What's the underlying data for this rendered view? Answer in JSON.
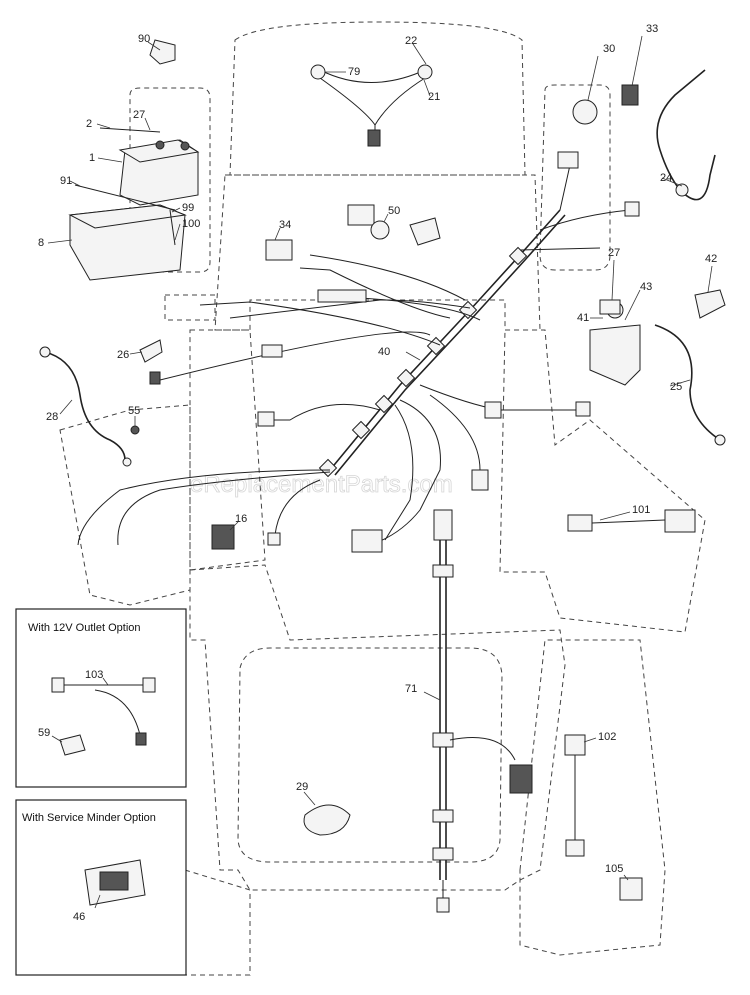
{
  "watermark": "eReplacementParts.com",
  "insets": {
    "outlet": {
      "title": "With 12V Outlet Option"
    },
    "minder": {
      "title": "With Service Minder Option"
    }
  },
  "labels": {
    "p90": "90",
    "p22": "22",
    "p79": "79",
    "p21": "21",
    "p30": "30",
    "p33": "33",
    "p2": "2",
    "p27a": "27",
    "p1": "1",
    "p91": "91",
    "p99": "99",
    "p100": "100",
    "p8": "8",
    "p34": "34",
    "p50": "50",
    "p24": "24",
    "p27b": "27",
    "p42": "42",
    "p41": "41",
    "p43": "43",
    "p26": "26",
    "p40": "40",
    "p25": "25",
    "p28": "28",
    "p55": "55",
    "p16": "16",
    "p101": "101",
    "p103": "103",
    "p59": "59",
    "p71": "71",
    "p102": "102",
    "p29": "29",
    "p46": "46",
    "p105": "105"
  }
}
